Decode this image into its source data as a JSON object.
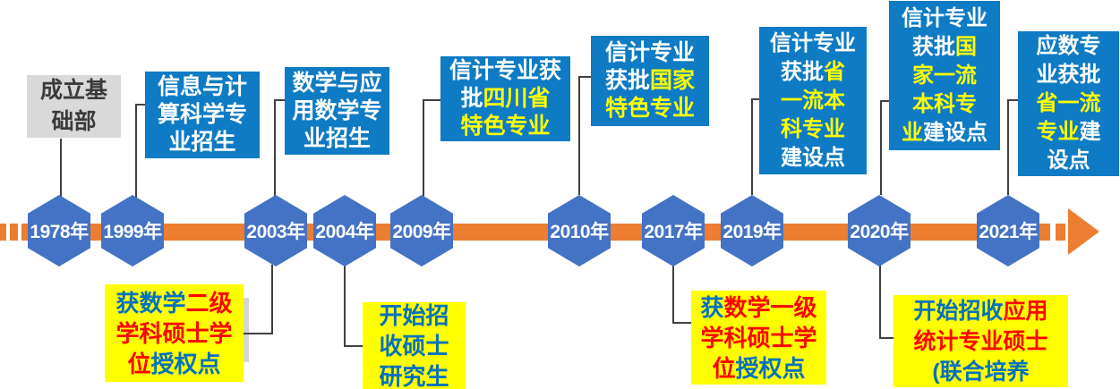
{
  "palette": {
    "white": "#FFFFFF",
    "yellow": "#FFFF00",
    "red": "#FF0000",
    "blue": "#0070C0",
    "dark": "#3A3A3A",
    "orange": "#ED7D31",
    "hexagon_blue": "#4472C4",
    "event_box_blue": "#0E7BC4",
    "milestone_box_yellow": "#FFFF00",
    "founding_box_gray": "#D9D9D9",
    "connector_gray": "#404040"
  },
  "timeline": {
    "years": [
      "1978年",
      "1999年",
      "2003年",
      "2004年",
      "2009年",
      "2010年",
      "2017年",
      "2019年",
      "2020年",
      "2021年"
    ]
  },
  "events_top": {
    "e1978": {
      "lines": [
        [
          {
            "t": "成立基",
            "c": "dark"
          }
        ],
        [
          {
            "t": "础部",
            "c": "dark"
          }
        ]
      ]
    },
    "e1999": {
      "lines": [
        [
          {
            "t": "信息与计",
            "c": "white"
          }
        ],
        [
          {
            "t": "算科学专",
            "c": "white"
          }
        ],
        [
          {
            "t": "业招生",
            "c": "white"
          }
        ]
      ]
    },
    "e2003": {
      "lines": [
        [
          {
            "t": "数学与应",
            "c": "white"
          }
        ],
        [
          {
            "t": "用数学专",
            "c": "white"
          }
        ],
        [
          {
            "t": "业招生",
            "c": "white"
          }
        ]
      ]
    },
    "e2009": {
      "lines": [
        [
          {
            "t": "信计专业获",
            "c": "white"
          }
        ],
        [
          {
            "t": "批",
            "c": "white"
          },
          {
            "t": "四川省",
            "c": "yellow"
          }
        ],
        [
          {
            "t": "特色专业",
            "c": "yellow"
          }
        ]
      ]
    },
    "e2010": {
      "lines": [
        [
          {
            "t": "信计专业",
            "c": "white"
          }
        ],
        [
          {
            "t": "获批",
            "c": "white"
          },
          {
            "t": "国家",
            "c": "yellow"
          }
        ],
        [
          {
            "t": "特色专业",
            "c": "yellow"
          }
        ]
      ]
    },
    "e2019": {
      "lines": [
        [
          {
            "t": "信计专业",
            "c": "white"
          }
        ],
        [
          {
            "t": "获批",
            "c": "white"
          },
          {
            "t": "省",
            "c": "yellow"
          }
        ],
        [
          {
            "t": "一流本",
            "c": "yellow"
          }
        ],
        [
          {
            "t": "科专业",
            "c": "yellow"
          }
        ],
        [
          {
            "t": "建设点",
            "c": "white"
          }
        ]
      ]
    },
    "e2020": {
      "lines": [
        [
          {
            "t": "信计专业",
            "c": "white"
          }
        ],
        [
          {
            "t": "获批",
            "c": "white"
          },
          {
            "t": "国",
            "c": "yellow"
          }
        ],
        [
          {
            "t": "家一流",
            "c": "yellow"
          }
        ],
        [
          {
            "t": "本科专",
            "c": "yellow"
          }
        ],
        [
          {
            "t": "业",
            "c": "yellow"
          },
          {
            "t": "建设点",
            "c": "white"
          }
        ]
      ]
    },
    "e2021": {
      "lines": [
        [
          {
            "t": "应数专",
            "c": "white"
          }
        ],
        [
          {
            "t": "业获批",
            "c": "white"
          }
        ],
        [
          {
            "t": "省一流",
            "c": "yellow"
          }
        ],
        [
          {
            "t": "专业",
            "c": "yellow"
          },
          {
            "t": "建",
            "c": "white"
          }
        ],
        [
          {
            "t": "设点",
            "c": "white"
          }
        ]
      ]
    }
  },
  "events_bottom": {
    "e2003": {
      "lines": [
        [
          {
            "t": "获数学",
            "c": "blue"
          },
          {
            "t": "二级",
            "c": "red"
          }
        ],
        [
          {
            "t": "学科硕士学",
            "c": "red"
          }
        ],
        [
          {
            "t": "位",
            "c": "red"
          },
          {
            "t": "授权点",
            "c": "blue"
          }
        ]
      ]
    },
    "e2004": {
      "lines": [
        [
          {
            "t": "开始招",
            "c": "blue"
          }
        ],
        [
          {
            "t": "收硕士",
            "c": "blue"
          }
        ],
        [
          {
            "t": "研究生",
            "c": "blue"
          }
        ]
      ]
    },
    "e2017": {
      "lines": [
        [
          {
            "t": "获",
            "c": "blue"
          },
          {
            "t": "数学一级",
            "c": "red"
          }
        ],
        [
          {
            "t": "学科硕士学",
            "c": "red"
          }
        ],
        [
          {
            "t": "位",
            "c": "red"
          },
          {
            "t": "授权点",
            "c": "blue"
          }
        ]
      ]
    },
    "e2020": {
      "lines": [
        [
          {
            "t": "开始招收",
            "c": "blue"
          },
          {
            "t": "应用",
            "c": "red"
          }
        ],
        [
          {
            "t": "统计专业硕士",
            "c": "red"
          }
        ],
        [
          {
            "t": "(联合培养",
            "c": "blue"
          }
        ]
      ]
    }
  }
}
